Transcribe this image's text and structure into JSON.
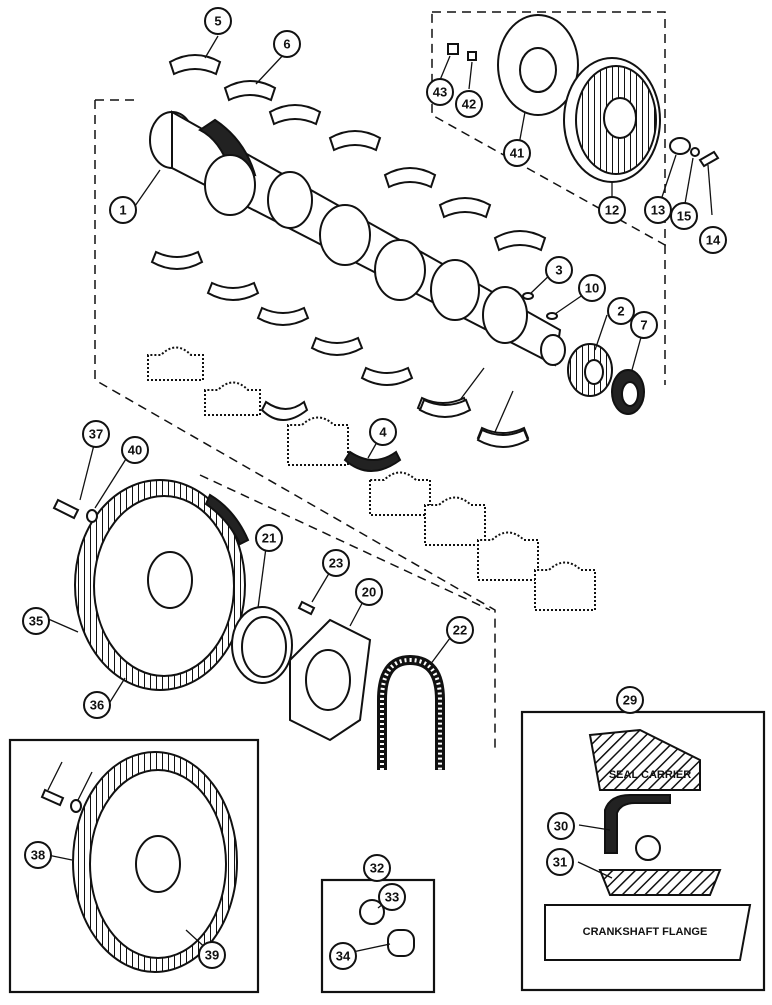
{
  "diagram": {
    "callouts": [
      "1",
      "2",
      "3",
      "4",
      "5",
      "6",
      "7",
      "10",
      "12",
      "13",
      "14",
      "15",
      "20",
      "21",
      "22",
      "23",
      "29",
      "30",
      "31",
      "32",
      "33",
      "34",
      "35",
      "36",
      "37",
      "38",
      "39",
      "40",
      "41",
      "42",
      "43"
    ],
    "inset_labels": {
      "seal_carrier": "SEAL CARRIER",
      "crankshaft_flange": "CRANKSHAFT FLANGE"
    }
  }
}
